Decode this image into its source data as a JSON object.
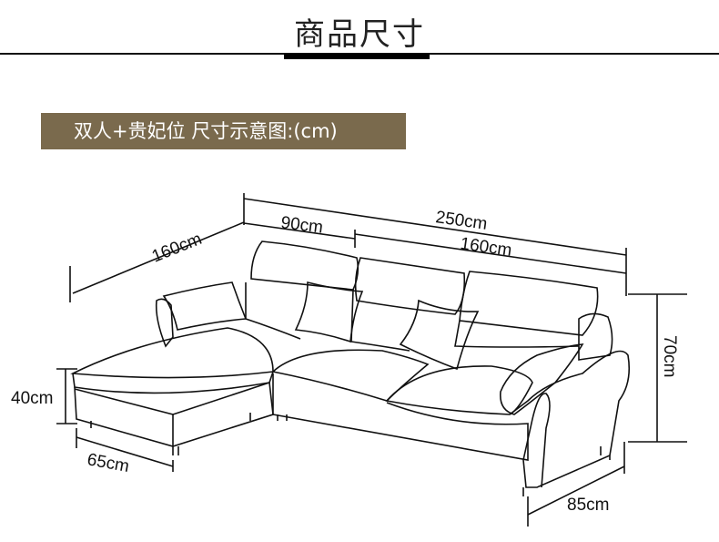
{
  "header": {
    "title": "商品尺寸"
  },
  "banner": {
    "label": "双人+贵妃位 尺寸示意图:(cm)"
  },
  "dimensions": {
    "chaise_depth": "160cm",
    "chaise_width": "90cm",
    "total_length": "250cm",
    "sofa_length": "160cm",
    "height": "70cm",
    "seat_height": "40cm",
    "chaise_front_width": "65cm",
    "depth": "85cm"
  },
  "colors": {
    "banner": "#7a6a4d",
    "lines": "#111111"
  }
}
